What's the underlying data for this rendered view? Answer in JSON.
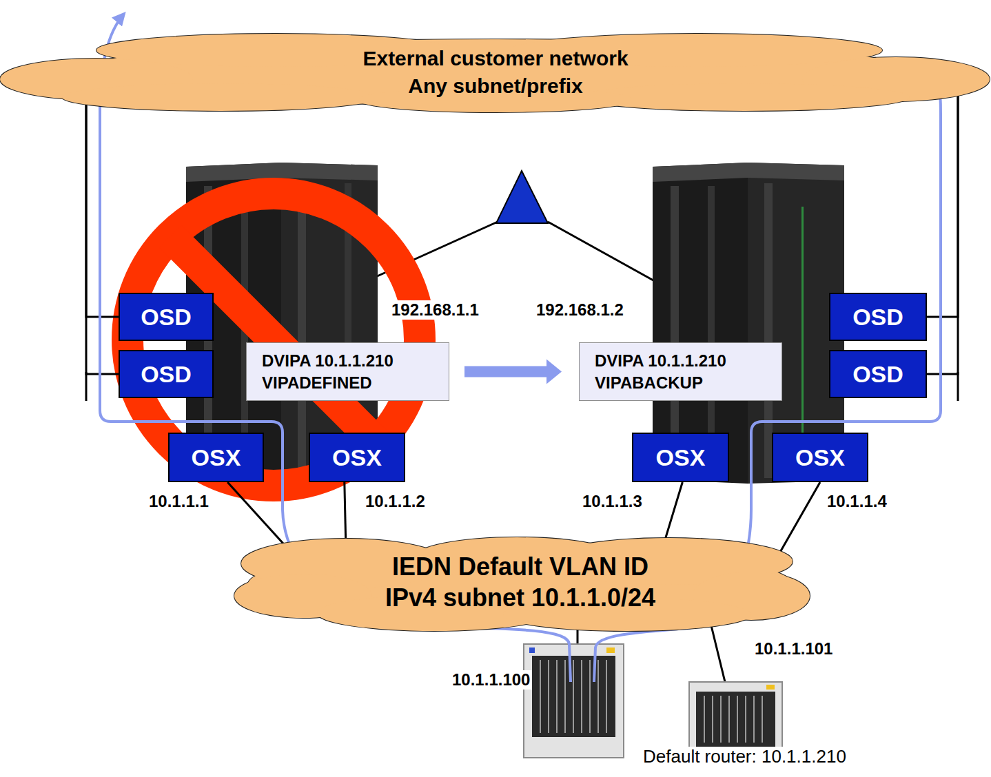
{
  "diagram": {
    "nodes": [
      {
        "text": [
          "External customer network",
          "Any subnet/prefix"
        ]
      },
      {
        "text": [
          "OSD"
        ]
      },
      {
        "text": [
          "OSD"
        ]
      },
      {
        "text": [
          "DVIPA 10.1.1.210 VIPADEFINED"
        ]
      },
      {
        "text": [
          "DVIPA 10.1.1.210 VIPABACKUP"
        ]
      },
      {
        "text": [
          "OSD"
        ]
      },
      {
        "text": [
          "OSD"
        ]
      },
      {
        "text": [
          "OSX"
        ]
      },
      {
        "text": [
          "OSX"
        ]
      },
      {
        "text": [
          "OSX"
        ]
      },
      {
        "text": [
          "OSX"
        ]
      },
      {
        "text": [
          "IEDN Default VLAN ID",
          "IPv4 subnet 10.1.1.0/24"
        ]
      }
    ],
    "edges": [
      {
        "from": 1,
        "to": 0,
        "arrow": "none"
      },
      {
        "from": 2,
        "to": 0,
        "arrow": "none"
      },
      {
        "from": 5,
        "to": 0,
        "arrow": "none"
      },
      {
        "from": 6,
        "to": 0,
        "arrow": "none"
      },
      {
        "from": 3,
        "to": 4,
        "arrow": "to"
      },
      {
        "from": 7,
        "to": 11,
        "arrow": "none"
      },
      {
        "from": 8,
        "to": 11,
        "arrow": "none"
      },
      {
        "from": 9,
        "to": 11,
        "arrow": "none"
      },
      {
        "from": 10,
        "to": 11,
        "arrow": "none"
      }
    ],
    "labels": [
      "192.168.1.1",
      "192.168.1.2",
      "10.1.1.1",
      "10.1.1.2",
      "10.1.1.3",
      "10.1.1.4",
      "10.1.1.100",
      "10.1.1.101",
      "Default router: 10.1.1.210"
    ]
  }
}
